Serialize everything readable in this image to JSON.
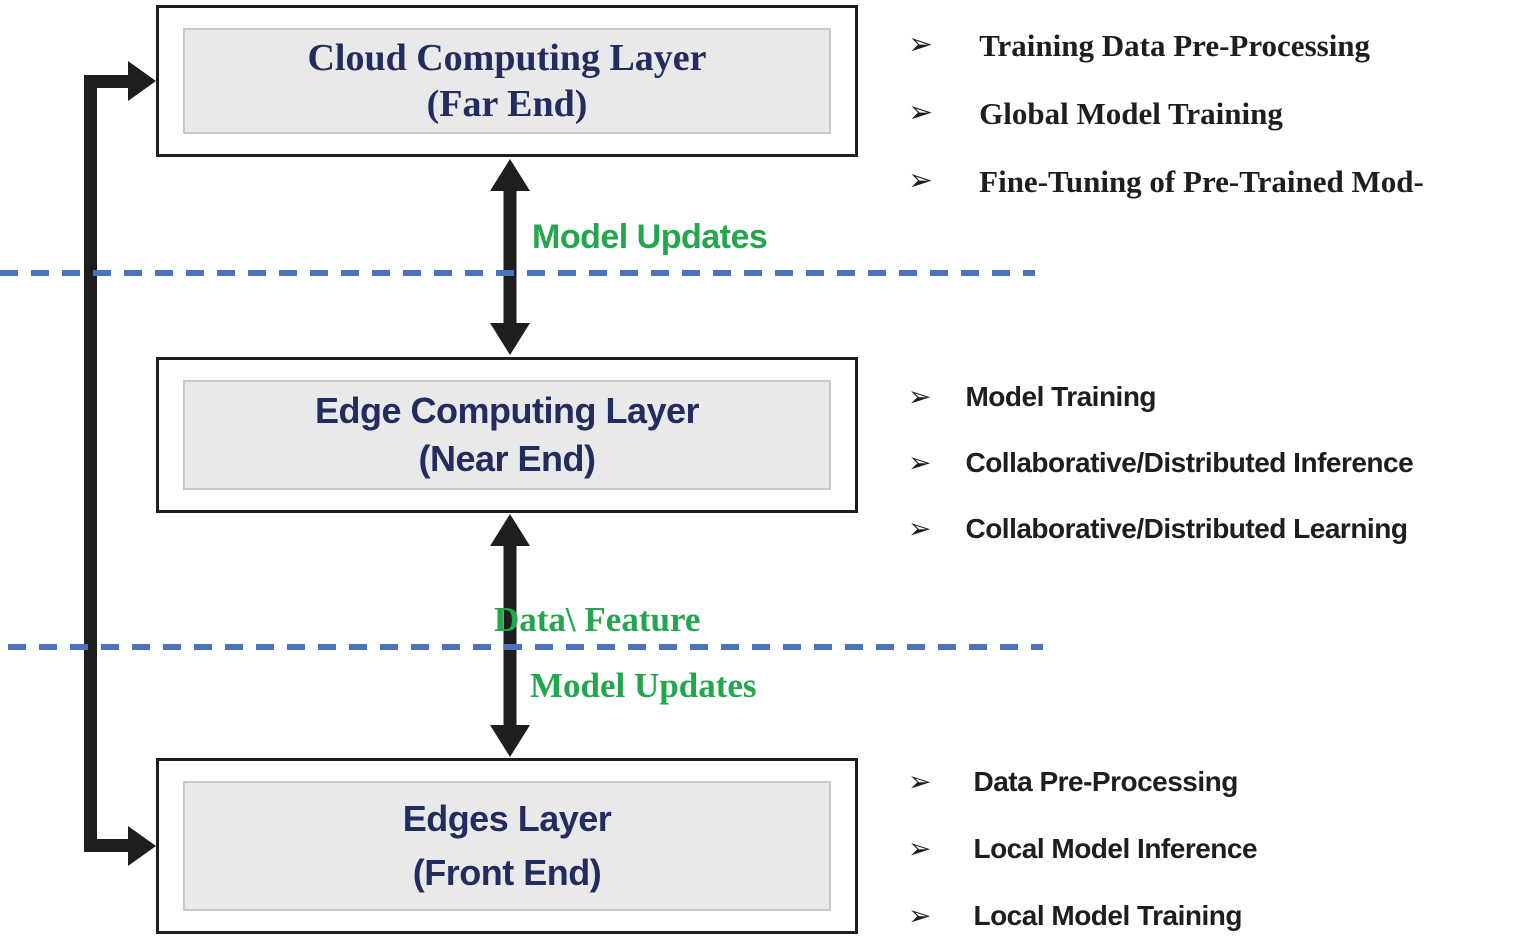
{
  "diagram": {
    "type": "three-tier edge/cloud computing architecture",
    "colors": {
      "title_navy": "#232c5e",
      "flow_green": "#23a64e",
      "dashed_blue": "#4a72bd",
      "arrow_black": "#1e1e1e",
      "box_inner_gray": "#e9e9e9"
    },
    "bullets": {
      "glyph": "➢"
    },
    "layers": [
      {
        "title": "Cloud Computing Layer",
        "subtitle": "(Far End)"
      },
      {
        "title": "Edge Computing Layer",
        "subtitle": "(Near End)"
      },
      {
        "title": "Edges Layer",
        "subtitle": "(Front End)"
      }
    ],
    "flow_labels": [
      {
        "text": "Model Updates"
      },
      {
        "text": "Data\\ Feature"
      },
      {
        "text": "Model Updates"
      }
    ],
    "right_lists": [
      {
        "items": [
          "Training Data Pre-Processing",
          "Global Model Training",
          "Fine-Tuning of Pre-Trained Mod-"
        ]
      },
      {
        "items": [
          "Model Training",
          "Collaborative/Distributed Inference",
          "Collaborative/Distributed Learning"
        ]
      },
      {
        "items": [
          "Data Pre-Processing",
          "Local Model Inference",
          "Local Model Training"
        ]
      }
    ]
  }
}
